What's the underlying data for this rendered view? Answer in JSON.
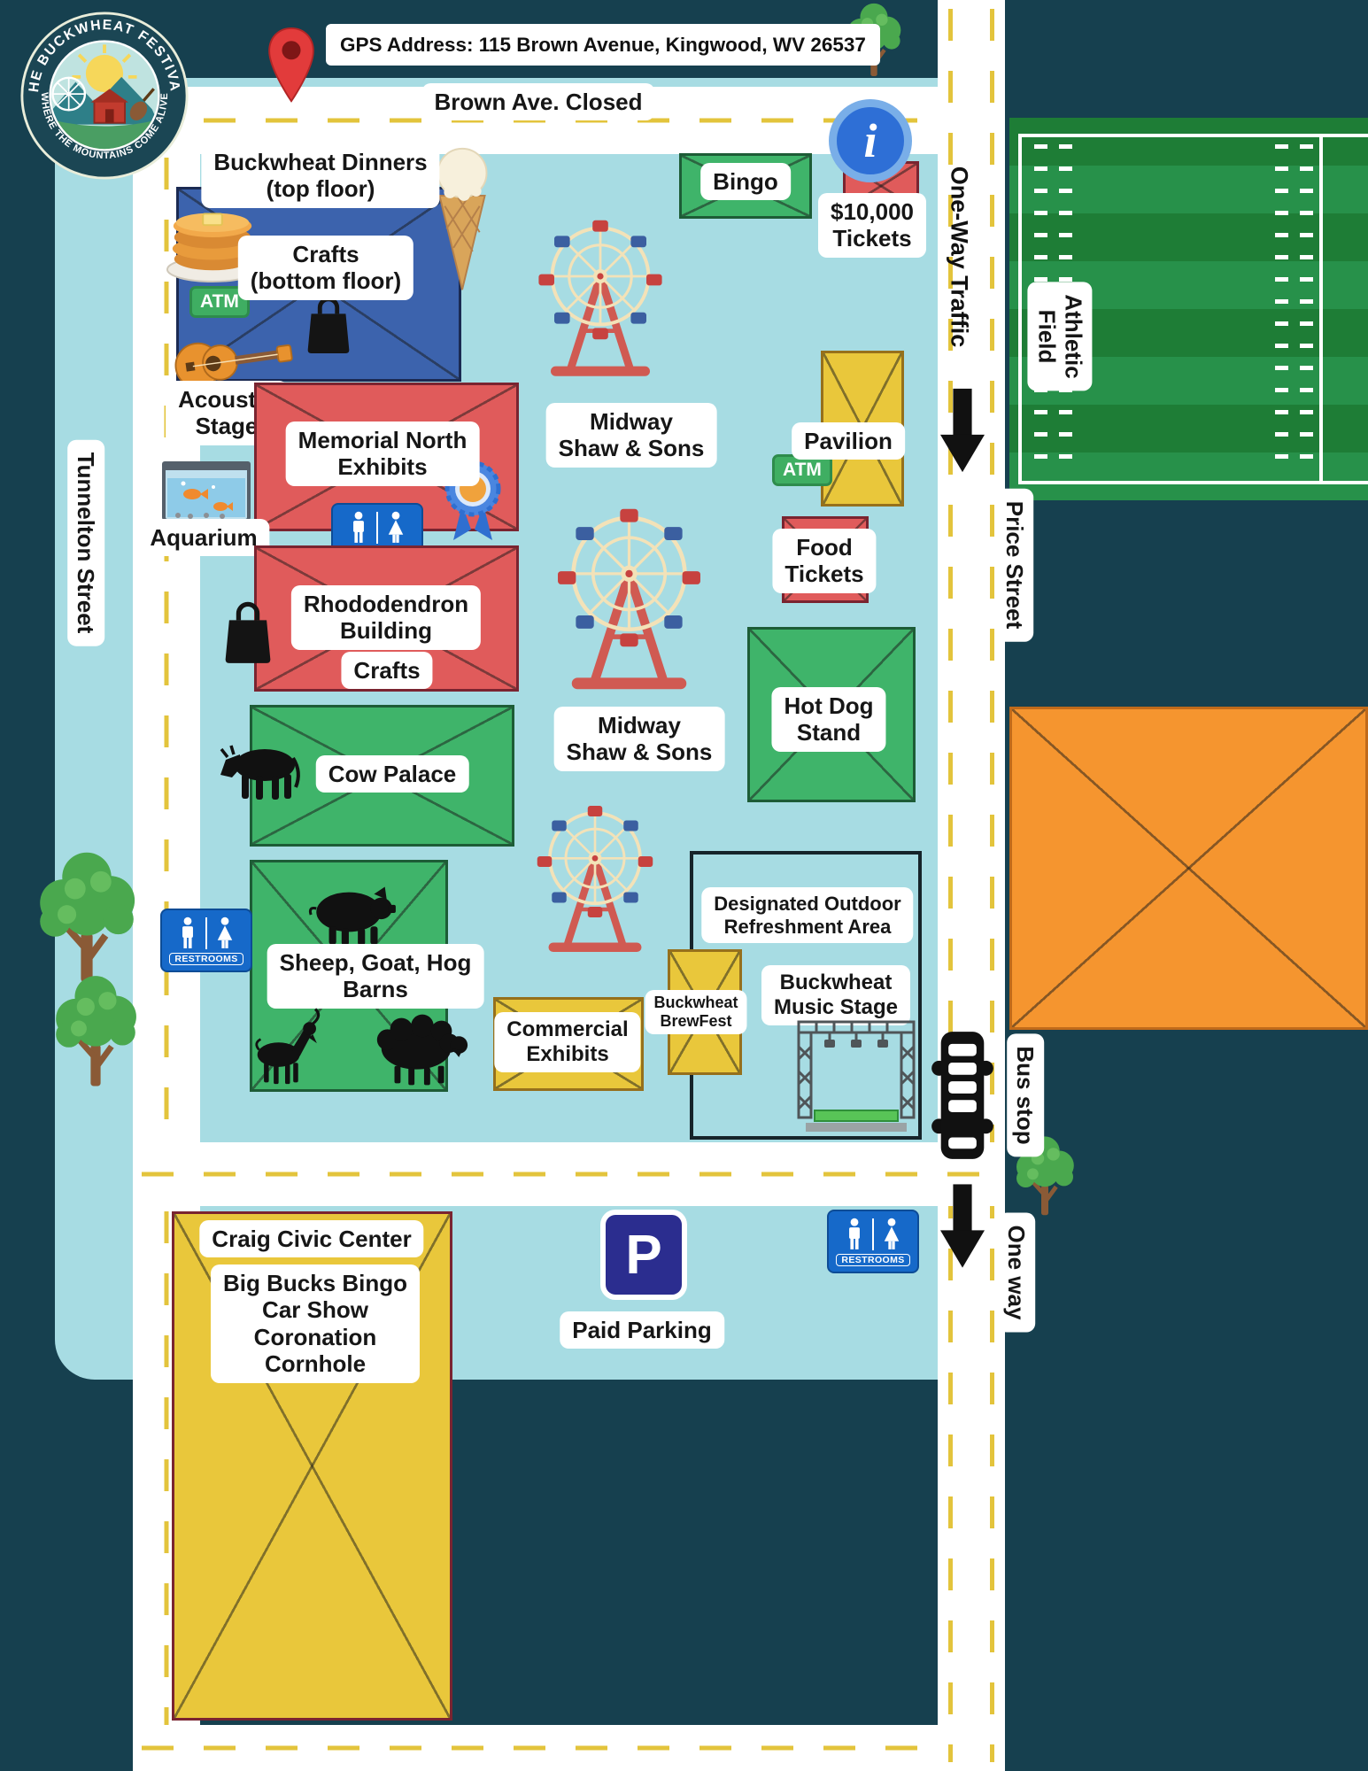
{
  "colors": {
    "dark_bg": "#16404f",
    "map_bg": "#a7dce3",
    "road_white": "#ffffff",
    "dash_yellow": "#e3c43c",
    "building_red": "#e05b5b",
    "building_red_border": "#7a2430",
    "building_green": "#3fb46a",
    "building_green_border": "#1d5c36",
    "building_yellow": "#e9c73b",
    "building_yellow_border": "#96701c",
    "building_blue": "#3c63ad",
    "building_blue_border": "#1b2a52",
    "building_orange": "#f5952f",
    "building_orange_border": "#c06a1a",
    "restroom_blue": "#1669c9",
    "atm_green": "#3fae62",
    "pill_bg": "#ffffff",
    "text_dark": "#161616",
    "field_green": "#1e7d36",
    "ferris_red": "#d05a52",
    "ferris_cream": "#f3e2b8",
    "info_blue": "#2e6fd6",
    "parking_navy": "#2b2d8f",
    "pin_red": "#e23b3b"
  },
  "logo": {
    "arc_top": "THE BUCKWHEAT FESTIVAL",
    "arc_bottom": "WHERE THE MOUNTAINS COME ALIVE"
  },
  "banner": {
    "gps_address": "GPS Address: 115 Brown Avenue, Kingwood, WV 26537"
  },
  "streets": {
    "brown_ave": "Brown Ave. Closed",
    "tunnelton": "Tunnelton Street",
    "one_way_traffic": "One-Way Traffic",
    "price": "Price Street",
    "bus_stop": "Bus stop",
    "one_way": "One way"
  },
  "areas": {
    "athletic_field": "Athletic\nField",
    "refreshment_area": "Designated Outdoor\nRefreshment Area"
  },
  "buildings": {
    "buckwheat_dinners": "Buckwheat Dinners\n(top floor)",
    "crafts_bottom": "Crafts\n(bottom floor)",
    "acoustic_stage": "Acoustic\nStage",
    "memorial_north": "Memorial North\nExhibits",
    "aquarium": "Aquarium",
    "rhododendron": "Rhododendron\nBuilding",
    "crafts": "Crafts",
    "cow_palace": "Cow Palace",
    "sheep_goat_hog": "Sheep, Goat, Hog\nBarns",
    "midway": "Midway\nShaw & Sons",
    "bingo": "Bingo",
    "tickets": "$10,000\nTickets",
    "pavilion": "Pavilion",
    "food_tickets": "Food\nTickets",
    "hot_dog": "Hot Dog\nStand",
    "brewfest": "Buckwheat\nBrewFest",
    "music_stage": "Buckwheat\nMusic Stage",
    "commercial": "Commercial\nExhibits",
    "craig_civic": "Craig Civic Center",
    "craig_events": "Big Bucks Bingo\nCar Show\nCoronation\nCornhole",
    "paid_parking": "Paid Parking"
  },
  "signs": {
    "restrooms": "RESTROOMS",
    "atm": "ATM",
    "parking": "P",
    "info": "i"
  }
}
